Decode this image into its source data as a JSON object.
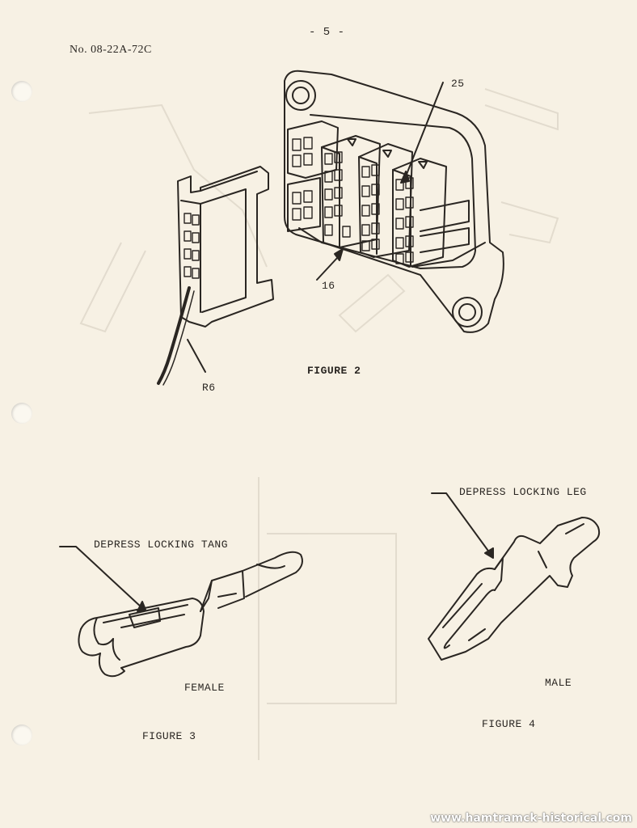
{
  "header": {
    "document_number": "No. 08-22A-72C",
    "page_number": "- 5 -"
  },
  "figure2": {
    "title": "FIGURE 2",
    "callout_25": "25",
    "callout_16": "16",
    "callout_r6": "R6"
  },
  "figure3": {
    "title": "FIGURE 3",
    "callout": "DEPRESS LOCKING TANG",
    "label": "FEMALE"
  },
  "figure4": {
    "title": "FIGURE 4",
    "callout": "DEPRESS LOCKING LEG",
    "label": "MALE"
  },
  "footer": {
    "watermark": "www.hamtramck-historical.com"
  }
}
